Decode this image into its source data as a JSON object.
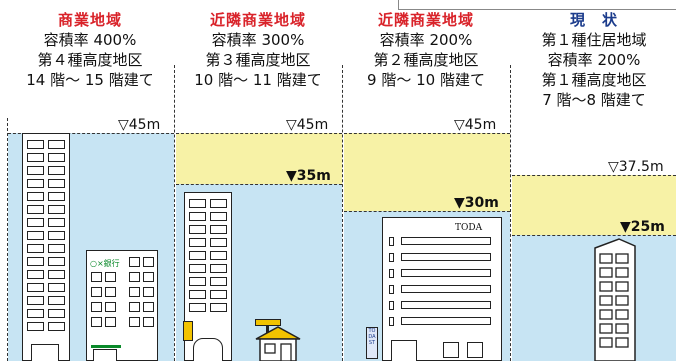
{
  "columns": [
    {
      "title": "商業地域",
      "title_color": "#d9232a",
      "lines": [
        "容積率 400%",
        "第４種高度地区",
        "14 階〜 15 階建て"
      ]
    },
    {
      "title": "近隣商業地域",
      "title_color": "#d9232a",
      "lines": [
        "容積率 300%",
        "第３種高度地区",
        "10 階〜 11 階建て"
      ]
    },
    {
      "title": "近隣商業地域",
      "title_color": "#d9232a",
      "lines": [
        "容積率 200%",
        "第２種高度地区",
        "9 階〜 10 階建て"
      ]
    },
    {
      "title": "現　状",
      "title_color": "#1c3c8c",
      "lines": [
        "第１種住居地域",
        "容積率 200%",
        "第１種高度地区",
        "7 階〜8 階建て"
      ]
    }
  ],
  "limits": {
    "col1_45": "▽45m",
    "col2_45": "▽45m",
    "col2_35": "▼35m",
    "col3_45": "▽45m",
    "col3_30": "▼30m",
    "col4_375": "▽37.5m",
    "col4_25": "▼25m"
  },
  "signs": {
    "small_building_sign": "○×銀行",
    "building_name": "TODA",
    "small_sign": "TO DA ST"
  },
  "colors": {
    "sky": "#c7e4f3",
    "height_band": "#f7f2a6",
    "title_red": "#d9232a",
    "title_blue": "#1c3c8c"
  }
}
